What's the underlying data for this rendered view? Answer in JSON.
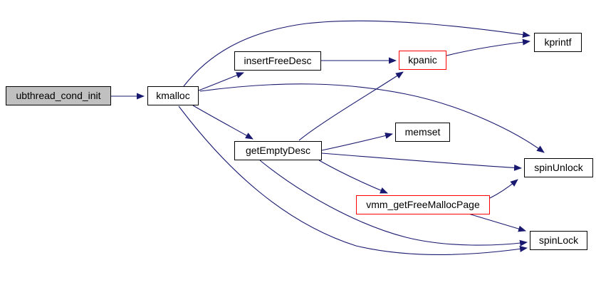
{
  "diagram": {
    "type": "call-graph",
    "background_color": "#ffffff",
    "edge_color": "#191970",
    "node_border_color": "#000000",
    "highlight_border_color": "#ff0000",
    "root_fill_color": "#c0c0c0",
    "nodes": [
      {
        "id": "ubthread_cond_init",
        "label": "ubthread_cond_init",
        "fill": "#c0c0c0",
        "border": "#000000",
        "role": "root"
      },
      {
        "id": "kmalloc",
        "label": "kmalloc",
        "fill": "#ffffff",
        "border": "#000000"
      },
      {
        "id": "insertFreeDesc",
        "label": "insertFreeDesc",
        "fill": "#ffffff",
        "border": "#000000"
      },
      {
        "id": "kpanic",
        "label": "kpanic",
        "fill": "#ffffff",
        "border": "#ff0000"
      },
      {
        "id": "kprintf",
        "label": "kprintf",
        "fill": "#ffffff",
        "border": "#000000"
      },
      {
        "id": "getEmptyDesc",
        "label": "getEmptyDesc",
        "fill": "#ffffff",
        "border": "#000000"
      },
      {
        "id": "memset",
        "label": "memset",
        "fill": "#ffffff",
        "border": "#000000"
      },
      {
        "id": "spinUnlock",
        "label": "spinUnlock",
        "fill": "#ffffff",
        "border": "#000000"
      },
      {
        "id": "vmm_getFreeMallocPage",
        "label": "vmm_getFreeMallocPage",
        "fill": "#ffffff",
        "border": "#ff0000"
      },
      {
        "id": "spinLock",
        "label": "spinLock",
        "fill": "#ffffff",
        "border": "#000000"
      }
    ],
    "edges": [
      {
        "from": "ubthread_cond_init",
        "to": "kmalloc"
      },
      {
        "from": "kmalloc",
        "to": "insertFreeDesc"
      },
      {
        "from": "kmalloc",
        "to": "kprintf"
      },
      {
        "from": "kmalloc",
        "to": "getEmptyDesc"
      },
      {
        "from": "kmalloc",
        "to": "spinUnlock"
      },
      {
        "from": "kmalloc",
        "to": "spinLock"
      },
      {
        "from": "insertFreeDesc",
        "to": "kpanic"
      },
      {
        "from": "kpanic",
        "to": "kprintf"
      },
      {
        "from": "getEmptyDesc",
        "to": "kpanic"
      },
      {
        "from": "getEmptyDesc",
        "to": "memset"
      },
      {
        "from": "getEmptyDesc",
        "to": "spinUnlock"
      },
      {
        "from": "getEmptyDesc",
        "to": "vmm_getFreeMallocPage"
      },
      {
        "from": "getEmptyDesc",
        "to": "spinLock"
      },
      {
        "from": "vmm_getFreeMallocPage",
        "to": "spinUnlock"
      },
      {
        "from": "vmm_getFreeMallocPage",
        "to": "spinLock"
      }
    ]
  }
}
